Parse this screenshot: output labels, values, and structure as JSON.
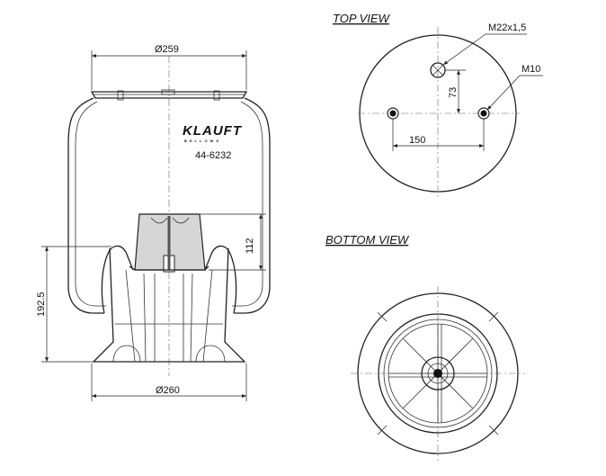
{
  "side_view": {
    "top_diameter": "Ø259",
    "bottom_diameter": "Ø260",
    "height": "192.5",
    "piston_height": "112",
    "brand": "KLAUFT",
    "brand_sub": "BELLOWS",
    "part_number": "44-6232"
  },
  "top_view": {
    "title": "TOP VIEW",
    "thread_label": "M22x1,5",
    "stud_label": "M10",
    "offset_vertical": "73",
    "stud_spacing": "150"
  },
  "bottom_view": {
    "title": "BOTTOM VIEW"
  }
}
